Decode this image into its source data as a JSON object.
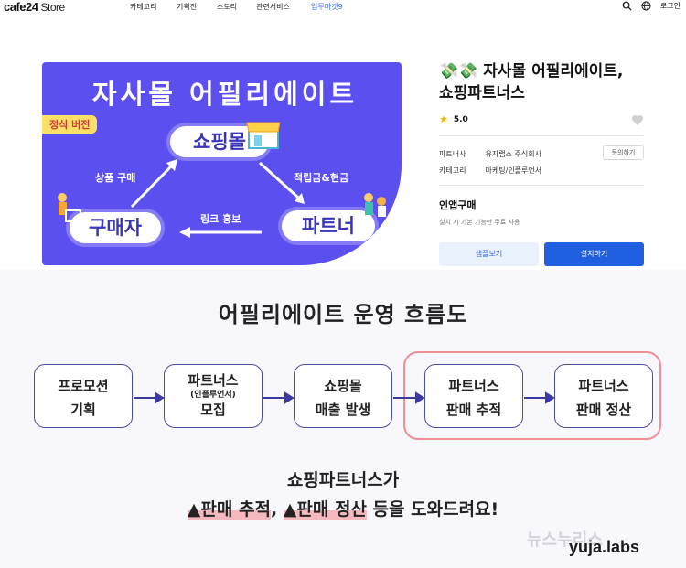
{
  "nav": {
    "logo": "cafe24",
    "logo_sub": "Store",
    "items": [
      "카테고리",
      "기획전",
      "스토리",
      "관련서비스",
      "업무마켓9"
    ],
    "login": "로그인",
    "accent": "#3b6cf6"
  },
  "banner": {
    "title": "자사몰 어필리에이트",
    "badge": "정식 버전",
    "shop": "쇼핑몰",
    "buyer": "구매자",
    "partner": "파트너",
    "label_buy": "상품 구매",
    "label_reward": "적립금&현금",
    "label_link": "링크 홍보",
    "bg_color": "#5c4ff0"
  },
  "product": {
    "title_line1": "💸💸 자사몰 어필리에이트,",
    "title_line2": "쇼핑파트너스",
    "rating": "5.0",
    "partner_key": "파트너사",
    "partner_val": "유자랩스 주식회사",
    "category_key": "카테고리",
    "category_val": "마케팅/인플루언서",
    "inquiry": "문의하기",
    "inapp": "인앱구매",
    "inapp_sub": "설치 시 기본 기능만 무료 사용",
    "sample": "샘플보기",
    "install": "설치하기"
  },
  "flow": {
    "title": "어필리에이트 운영 흐름도",
    "steps": [
      {
        "l1": "프로모션",
        "l2": "기획",
        "s": ""
      },
      {
        "l1": "파트너스",
        "s": "(인플루언서)",
        "l2": "모집"
      },
      {
        "l1": "쇼핑몰",
        "l2": "매출 발생",
        "s": ""
      },
      {
        "l1": "파트너스",
        "l2": "판매 추적",
        "s": ""
      },
      {
        "l1": "파트너스",
        "l2": "판매 정산",
        "s": ""
      }
    ]
  },
  "bottom": {
    "line1": "쇼핑파트너스가",
    "hl1": "▲판매 추적",
    "comma": ", ",
    "hl2": "▲판매 정산",
    "rest": " 등을 도와드려요!"
  },
  "credit": {
    "watermark": "뉴스누리스",
    "brand": "yuja.labs"
  }
}
